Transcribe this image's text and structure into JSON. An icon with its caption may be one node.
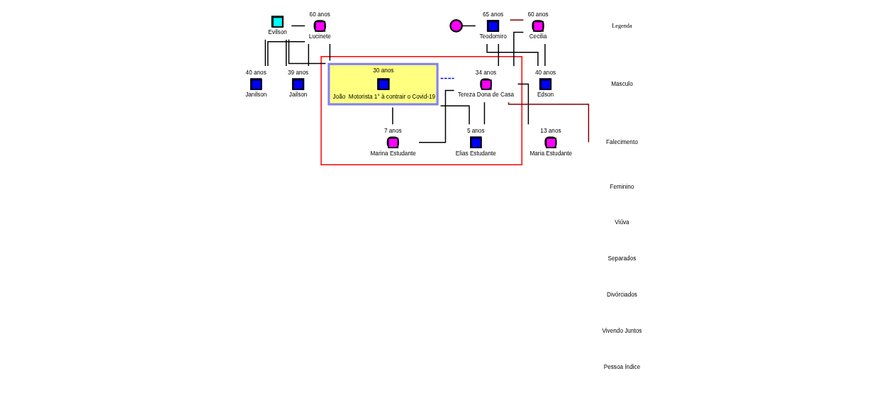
{
  "diagram": {
    "nodes": [
      {
        "text": [
          "Evilson"
        ]
      },
      {
        "text": [
          "Lucinete"
        ],
        "beside": [
          "60 anos"
        ]
      },
      {
        "text": [
          "Janilson"
        ],
        "beside": [
          "40 anos"
        ]
      },
      {
        "text": [
          "Jailson"
        ],
        "beside": [
          "39 anos"
        ]
      },
      {
        "text": [],
        "shape": "circle"
      },
      {
        "text": [
          "Teodomiro"
        ],
        "beside": [
          "65 anos"
        ]
      },
      {
        "text": [
          "Cecilia"
        ],
        "beside": [
          "60 anos"
        ]
      },
      {
        "text": [
          "Edson"
        ],
        "beside": [
          "40 anos"
        ]
      },
      {
        "text": [],
        "shape": "polygon"
      },
      {
        "text": [
          "30 anos",
          "João  Motorista 1° à contrair o Covid-19"
        ],
        "in": 8
      },
      {
        "text": [
          "Tereza Dona de Casa"
        ],
        "beside": [
          "34 anos"
        ],
        "in": 8
      },
      {
        "text": [
          "Marina Estudante"
        ],
        "beside": [
          "7 anos"
        ],
        "in": 8
      },
      {
        "text": [
          "Elias Estudante"
        ],
        "beside": [
          "5 anos"
        ],
        "in": 8
      },
      {
        "text": [
          "Maria Estudante"
        ],
        "beside": [
          "13 anos"
        ]
      }
    ],
    "edges": [
      {
        "from": 0,
        "to": 1,
        "arrow": "none"
      },
      {
        "from": 0,
        "to": 2,
        "arrow": "none"
      },
      {
        "from": 1,
        "to": 2,
        "arrow": "none"
      },
      {
        "from": 0,
        "to": 3,
        "arrow": "none"
      },
      {
        "from": 1,
        "to": 3,
        "arrow": "none"
      },
      {
        "from": 0,
        "to": 9,
        "arrow": "none"
      },
      {
        "from": 1,
        "to": 9,
        "arrow": "none"
      },
      {
        "from": 4,
        "to": 5,
        "arrow": "none"
      },
      {
        "from": 5,
        "to": 6,
        "arrow": "none",
        "color": "#7f0000"
      },
      {
        "from": 5,
        "to": 7,
        "arrow": "none"
      },
      {
        "from": 6,
        "to": 7,
        "arrow": "none"
      },
      {
        "from": 5,
        "to": 10,
        "arrow": "none"
      },
      {
        "from": 6,
        "to": 10,
        "arrow": "none"
      },
      {
        "from": 9,
        "to": 10,
        "arrow": "none",
        "style": "dashed",
        "color": "#0000ff"
      },
      {
        "from": 9,
        "to": 11,
        "arrow": "none"
      },
      {
        "from": 10,
        "to": 11,
        "arrow": "none"
      },
      {
        "from": 9,
        "to": 12,
        "arrow": "none"
      },
      {
        "from": 10,
        "to": 12,
        "arrow": "none"
      },
      {
        "from": 10,
        "to": null,
        "arrow": "none",
        "color": "#7f0000"
      },
      {
        "from": 10,
        "to": 13,
        "arrow": "none"
      }
    ],
    "labels": [
      "Legenda"
    ],
    "legend": [
      {
        "text": "Masculo"
      },
      {
        "text": "Falecimento"
      },
      {
        "text": "Feminino"
      },
      {
        "text": "Viúva"
      },
      {
        "text": "Separados"
      },
      {
        "text": "Divórciados"
      },
      {
        "text": "Vivendo Juntos"
      },
      {
        "text": "Pessoa índice"
      }
    ]
  }
}
